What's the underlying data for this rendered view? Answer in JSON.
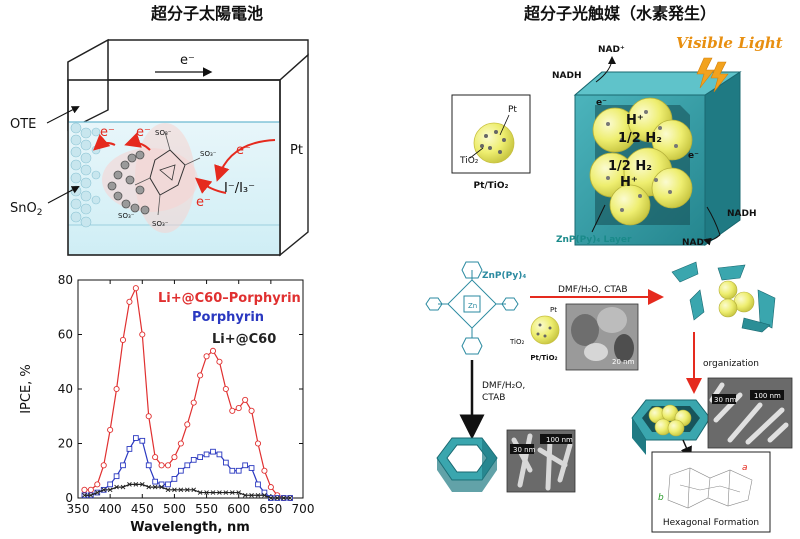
{
  "left_title": "超分子太陽電池",
  "right_title": "超分子光触媒（水素発生）",
  "solar_cell": {
    "label_ote": "OTE",
    "label_sno2": "SnO",
    "label_sno2_sub": "2",
    "label_pt": "Pt",
    "label_electron": "e⁻",
    "label_redox": "I⁻/I₃⁻",
    "label_so3": "SO₃⁻"
  },
  "photocatalyst": {
    "nad_plus_top": "NAD⁺",
    "nadh_top": "NADH",
    "visible_light": "Visible Light",
    "pt_label": "Pt",
    "tio2_label": "TiO₂",
    "pt_tio2_caption": "Pt/TiO₂",
    "h_plus": "H⁺",
    "half_h2": "1/2 H₂",
    "electron": "e⁻",
    "nadh_right": "NADH",
    "nad_plus_bottom": "NAD⁺",
    "layer_label": "ZnP(Py)₄ Layer"
  },
  "synthesis": {
    "znp_label": "ZnP(Py)₄",
    "step1": "DMF/H₂O, CTAB",
    "pt_label": "Pt",
    "tio2_label": "TiO₂",
    "pt_tio2_caption": "Pt/TiO₂",
    "scale_20nm": "20 nm",
    "step2": "DMF/H₂O,",
    "step2b": "CTAB",
    "scale_100nm_a": "100 nm",
    "scale_30nm_a": "30 nm",
    "organization": "organization",
    "scale_30nm_b": "30 nm",
    "scale_100nm_b": "100 nm",
    "hex_caption": "Hexagonal Formation",
    "axis_a": "a",
    "axis_b": "b"
  },
  "chart_data": {
    "type": "line",
    "xlabel": "Wavelength, nm",
    "ylabel": "IPCE, %",
    "xlim": [
      350,
      700
    ],
    "ylim": [
      0,
      80
    ],
    "x_ticks": [
      350,
      400,
      450,
      500,
      550,
      600,
      650,
      700
    ],
    "y_ticks": [
      0,
      20,
      40,
      60,
      80
    ],
    "x": [
      360,
      370,
      380,
      390,
      400,
      410,
      420,
      430,
      440,
      450,
      460,
      470,
      480,
      490,
      500,
      510,
      520,
      530,
      540,
      550,
      560,
      570,
      580,
      590,
      600,
      610,
      620,
      630,
      640,
      650,
      660,
      670,
      680
    ],
    "series": [
      {
        "name": "Li+@C60–Porphyrin",
        "color": "#e03030",
        "marker": "circle",
        "values": [
          3,
          3,
          5,
          12,
          25,
          40,
          58,
          72,
          77,
          60,
          30,
          15,
          12,
          12,
          15,
          20,
          27,
          35,
          45,
          52,
          54,
          50,
          40,
          32,
          33,
          36,
          32,
          20,
          10,
          4,
          1,
          0,
          0
        ]
      },
      {
        "name": "Porphyrin",
        "color": "#2a38c0",
        "marker": "square",
        "values": [
          1,
          1,
          2,
          3,
          5,
          8,
          12,
          18,
          22,
          21,
          12,
          6,
          5,
          5,
          7,
          10,
          12,
          14,
          15,
          16,
          17,
          16,
          13,
          10,
          10,
          12,
          11,
          5,
          2,
          0,
          0,
          0,
          0
        ]
      },
      {
        "name": "Li+@C60",
        "color": "#222222",
        "marker": "x",
        "values": [
          1,
          1,
          2,
          3,
          3,
          4,
          4,
          5,
          5,
          5,
          4,
          4,
          4,
          3,
          3,
          3,
          3,
          3,
          2,
          2,
          2,
          2,
          2,
          2,
          2,
          1,
          1,
          1,
          1,
          0,
          0,
          0,
          0
        ]
      }
    ],
    "legend": [
      {
        "text": "Li+@C60–Porphyrin",
        "color": "#e03030"
      },
      {
        "text": "Porphyrin",
        "color": "#2a38c0"
      },
      {
        "text": "Li+@C60",
        "color": "#222222"
      }
    ],
    "legend_position": "top-right",
    "grid": false
  }
}
